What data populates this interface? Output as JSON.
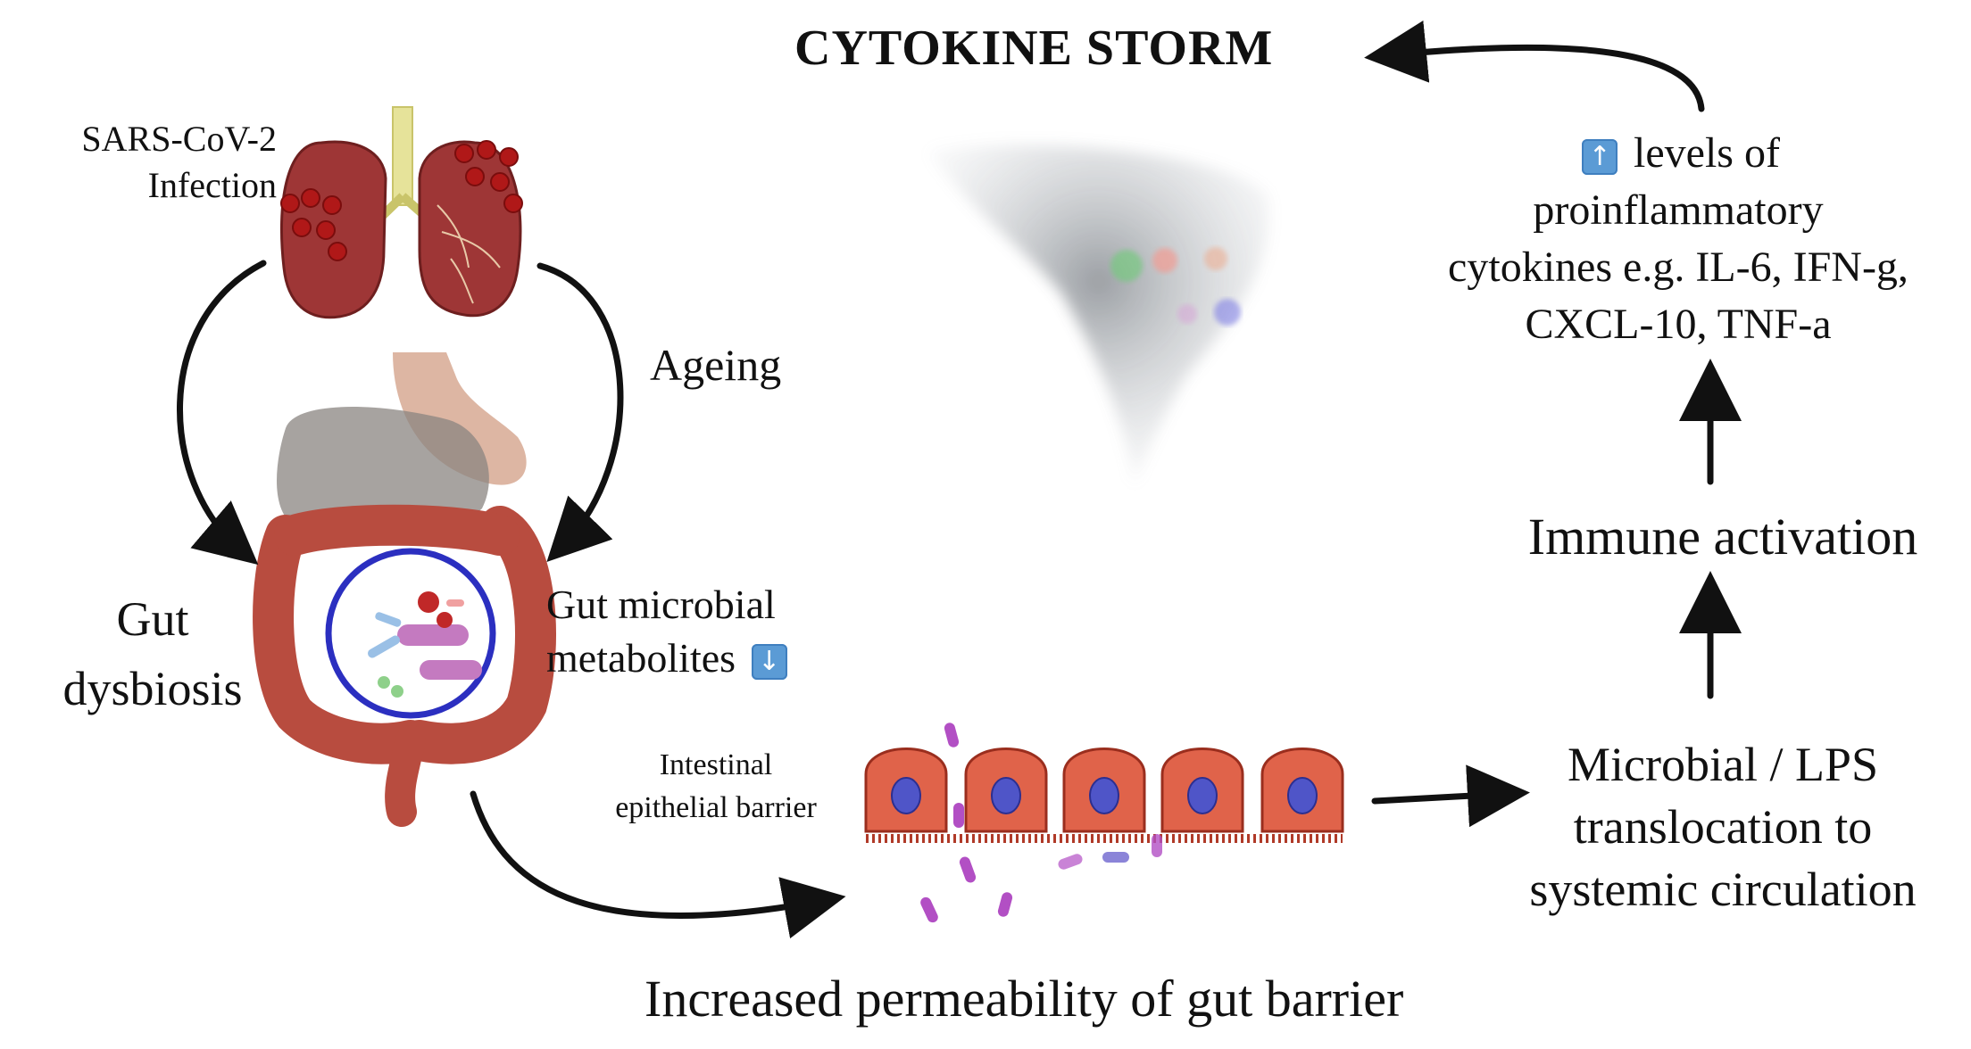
{
  "title": "CYTOKINE STORM",
  "infection": {
    "line1": "SARS-CoV-2",
    "line2": "Infection"
  },
  "ageing": "Ageing",
  "dysbiosis": {
    "line1": "Gut",
    "line2": "dysbiosis"
  },
  "metabolites": {
    "line1": "Gut microbial",
    "line2": "metabolites",
    "icon": "down-arrow-icon"
  },
  "barrier_label": {
    "line1": "Intestinal",
    "line2": "epithelial barrier"
  },
  "permeability": "Increased permeability of gut barrier",
  "translocation": {
    "line1": "Microbial / LPS",
    "line2": "translocation to",
    "line3": "systemic circulation"
  },
  "immune": "Immune activation",
  "cytokines": {
    "icon": "up-arrow-icon",
    "line1": "levels of",
    "line2": "proinflammatory",
    "line3": "cytokines e.g. IL-6, IFN-g,",
    "line4": "CXCL-10, TNF-a"
  },
  "colors": {
    "lung": "#a83a3a",
    "virus": "#b01818",
    "gut": "#c8584a",
    "cell": "#e0634a",
    "nucleus": "#4f55c8",
    "bacteria": "#b24fc4",
    "storm": "#9aa0a6",
    "badge": "#5b9bd5"
  }
}
